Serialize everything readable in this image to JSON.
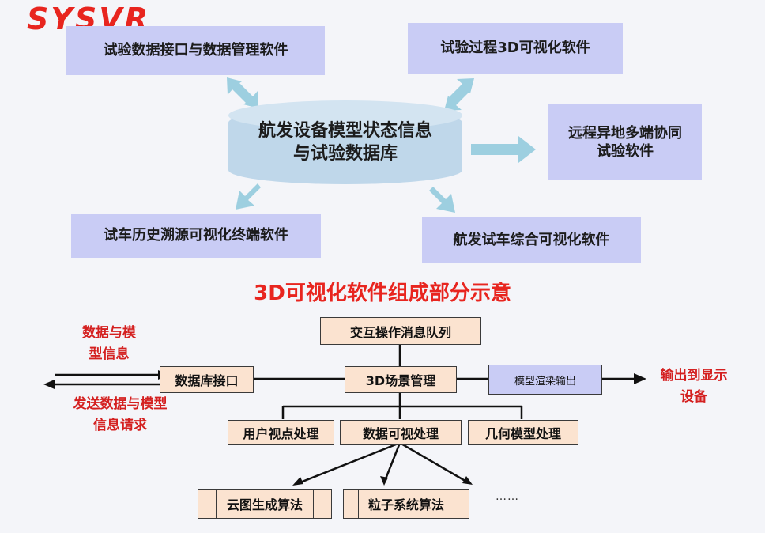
{
  "logo": "SYSVR",
  "top_diagram": {
    "database": {
      "line1": "航发设备模型状态信息",
      "line2": "与试验数据库"
    },
    "boxes": {
      "data_interface": "试验数据接口与数据管理软件",
      "process_3d": "试验过程3D可视化软件",
      "remote_collab": {
        "line1": "远程异地多端协同",
        "line2": "试验软件"
      },
      "history_trace": "试车历史溯源可视化终端软件",
      "comprehensive": "航发试车综合可视化软件"
    }
  },
  "section_title": "3D可视化软件组成部分示意",
  "bottom_diagram": {
    "left_top_label": {
      "line1": "数据与模",
      "line2": "型信息"
    },
    "left_bottom_label": {
      "line1": "发送数据与模型",
      "line2": "信息请求"
    },
    "right_label": {
      "line1": "输出到显示",
      "line2": "设备"
    },
    "message_queue": "交互操作消息队列",
    "db_interface": "数据库接口",
    "scene_mgmt": "3D场景管理",
    "render_output": "模型渲染输出",
    "viewpoint": "用户视点处理",
    "data_visual": "数据可视处理",
    "geometry": "几何模型处理",
    "cloud_map": "云图生成算法",
    "particle": "粒子系统算法",
    "ellipsis": "……"
  },
  "colors": {
    "accent_red": "#e8251f",
    "box_blue": "#c9ccf5",
    "db_blue": "#bfd7ea",
    "arrow_blue": "#9dcfe0",
    "peach": "#fbe3d0"
  }
}
